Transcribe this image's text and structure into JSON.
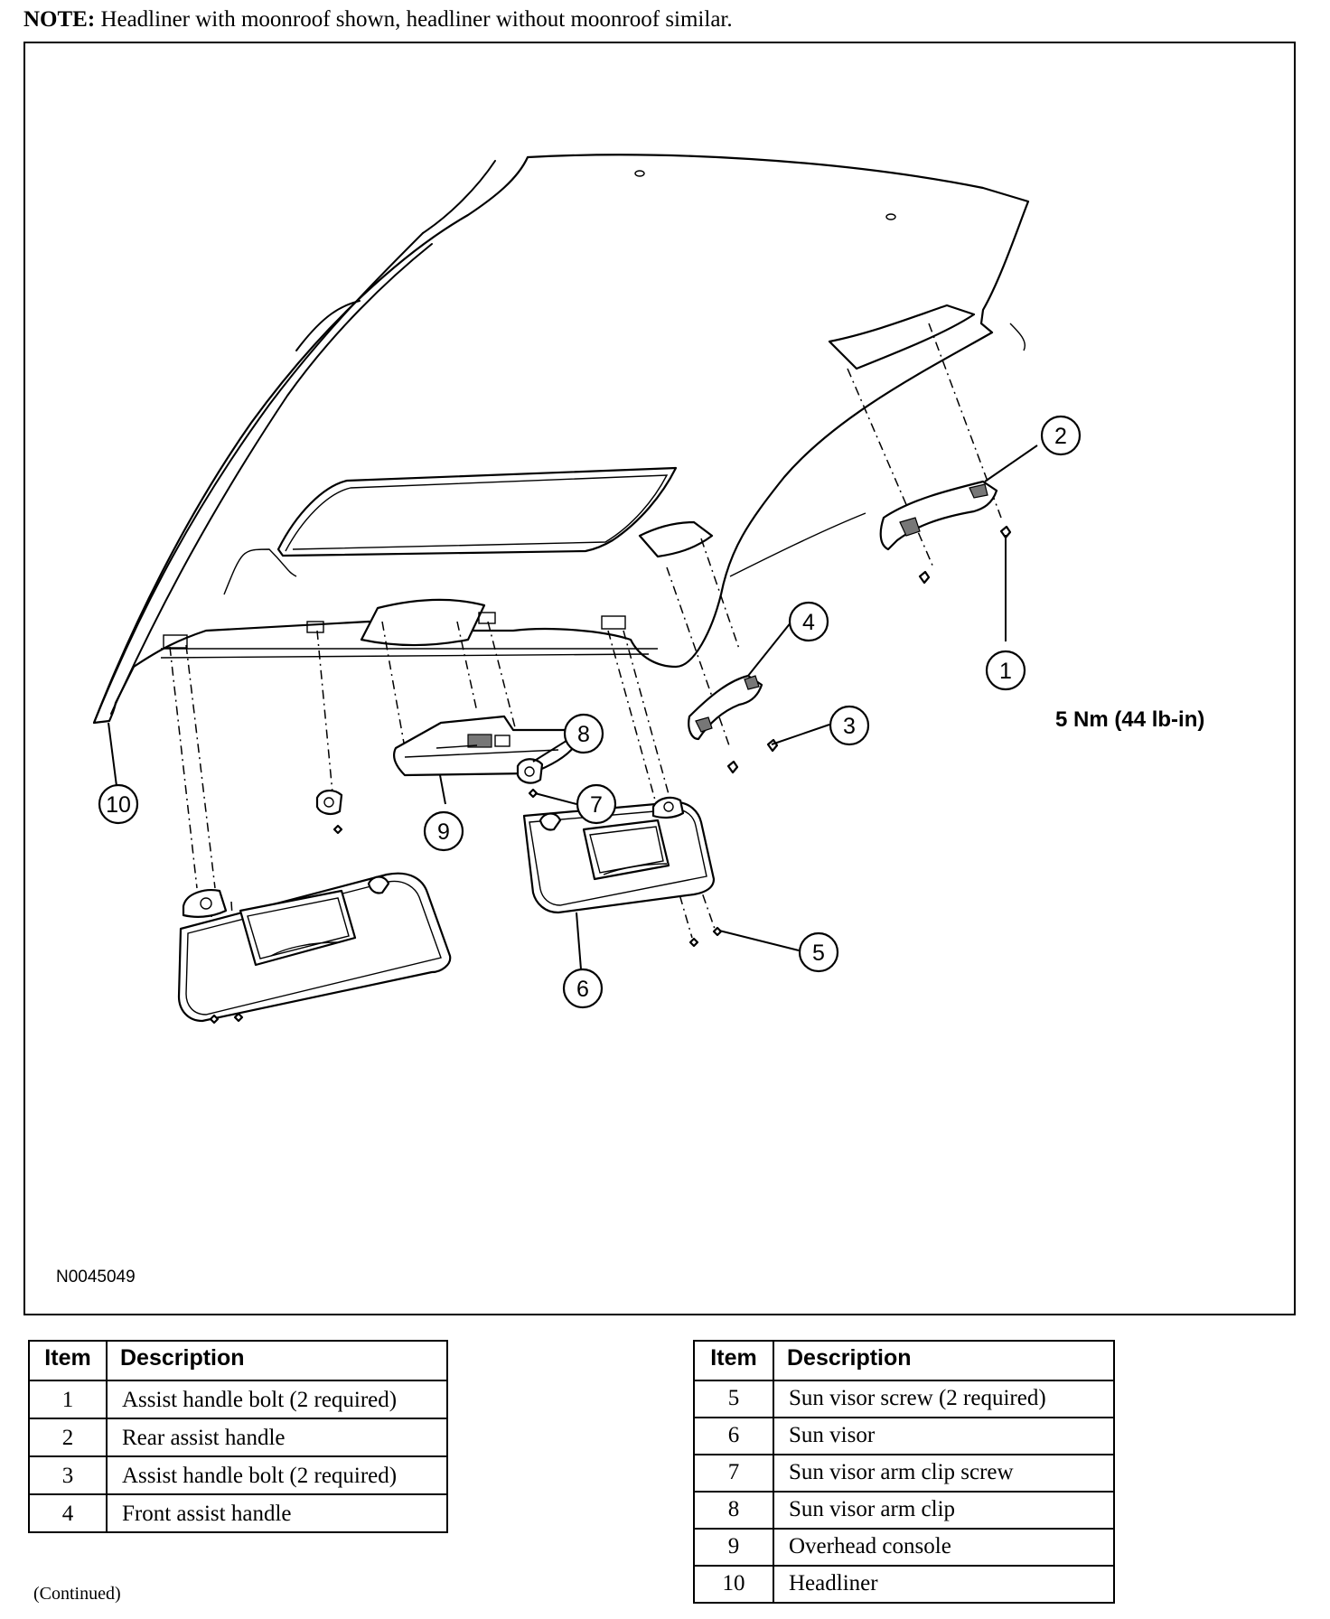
{
  "note": {
    "label": "NOTE:",
    "text": "Headliner with moonroof shown, headliner without moonroof similar."
  },
  "figure": {
    "id": "N0045049",
    "torque": "5 Nm (44 lb-in)",
    "callouts": [
      "1",
      "2",
      "3",
      "4",
      "5",
      "6",
      "7",
      "8",
      "9",
      "10"
    ]
  },
  "table_left": {
    "headers": {
      "item": "Item",
      "description": "Description"
    },
    "rows": [
      {
        "item": "1",
        "description": "Assist handle bolt (2 required)"
      },
      {
        "item": "2",
        "description": "Rear assist handle"
      },
      {
        "item": "3",
        "description": "Assist handle bolt (2 required)"
      },
      {
        "item": "4",
        "description": "Front assist handle"
      }
    ]
  },
  "table_right": {
    "headers": {
      "item": "Item",
      "description": "Description"
    },
    "rows": [
      {
        "item": "5",
        "description": "Sun visor screw (2 required)"
      },
      {
        "item": "6",
        "description": "Sun visor"
      },
      {
        "item": "7",
        "description": "Sun visor arm clip screw"
      },
      {
        "item": "8",
        "description": "Sun visor arm clip"
      },
      {
        "item": "9",
        "description": "Overhead console"
      },
      {
        "item": "10",
        "description": "Headliner"
      }
    ]
  },
  "continued": "(Continued)"
}
